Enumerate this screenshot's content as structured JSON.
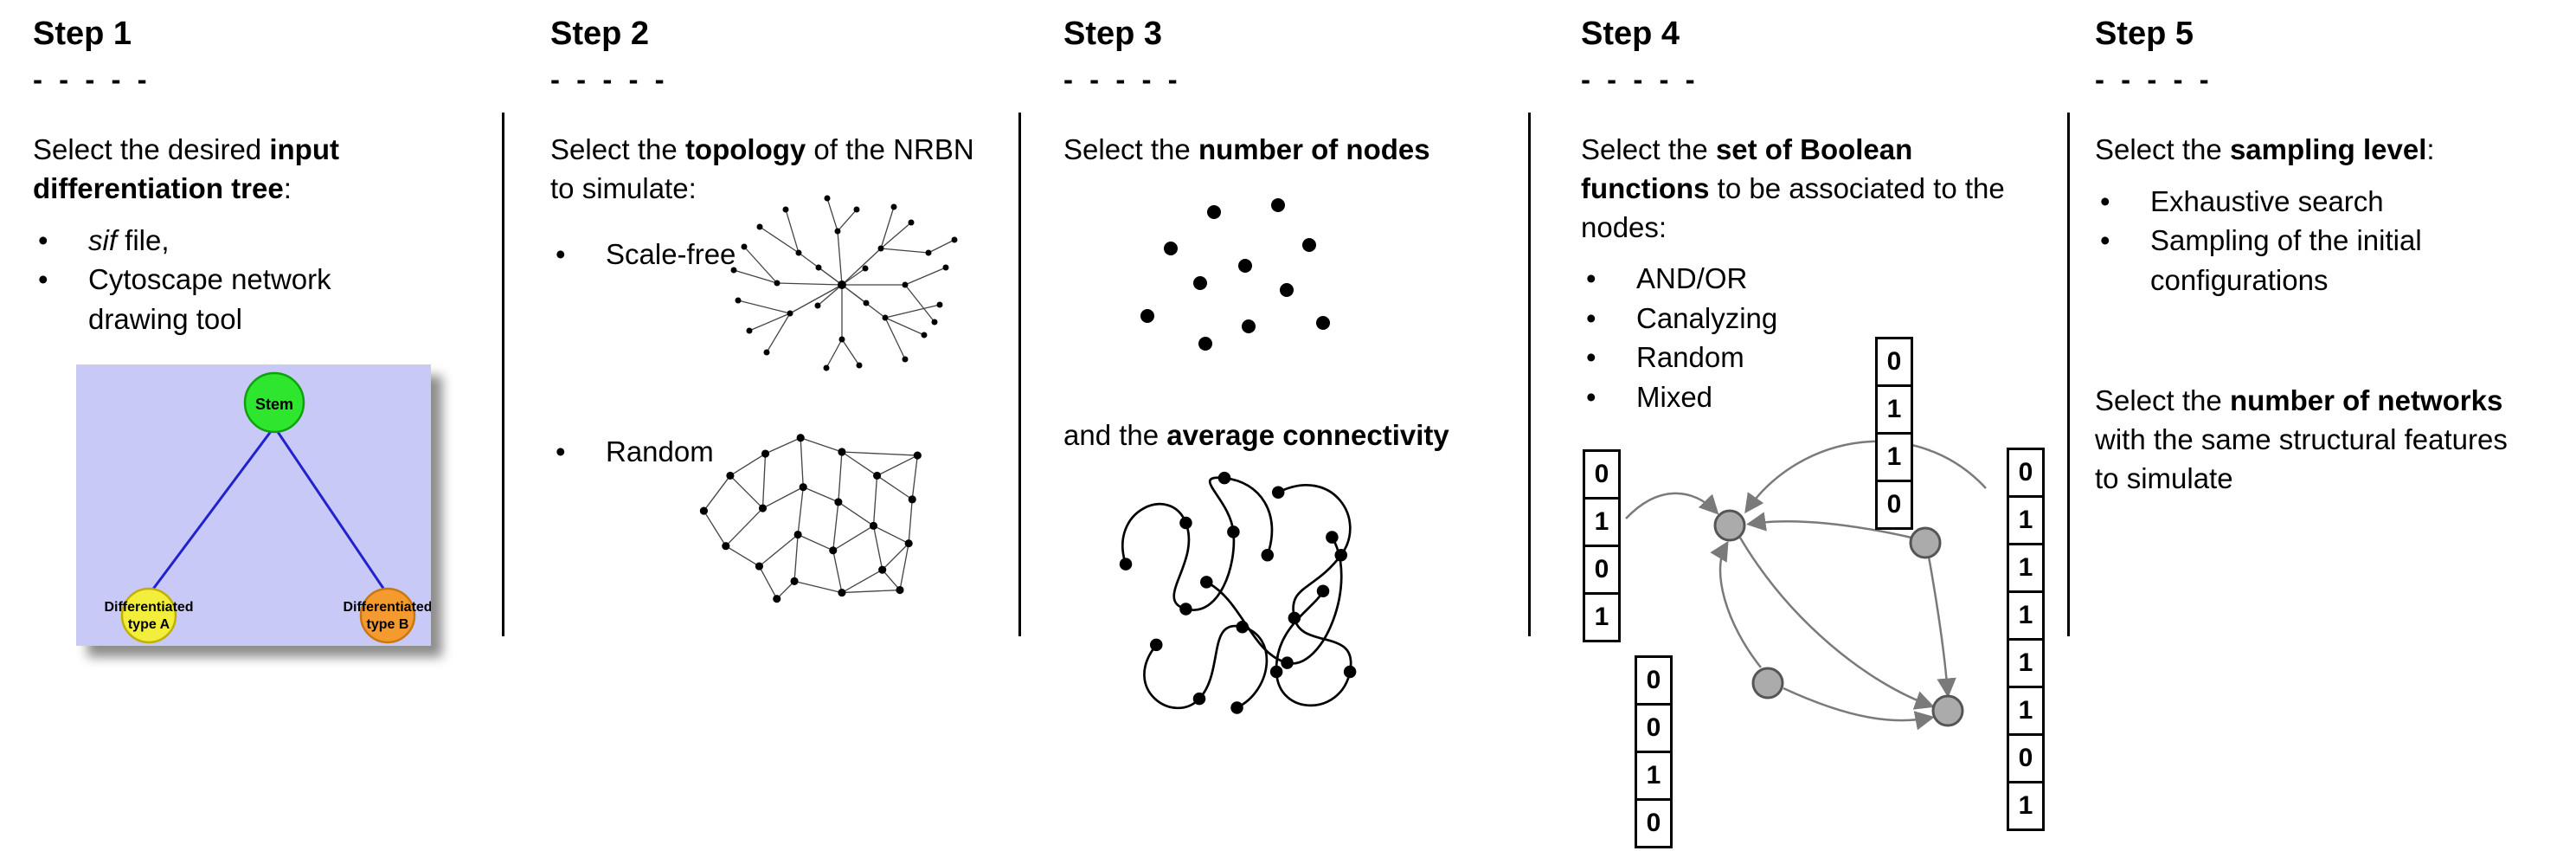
{
  "ui": {
    "bullet": "•"
  },
  "steps": {
    "step1": {
      "title": "Step 1",
      "dashes": "- - - - -",
      "intro": [
        "Select the desired ",
        "input differentiation tree",
        ":"
      ],
      "bullet1": [
        "sif",
        " file,"
      ],
      "bullet2": "Cytoscape network drawing tool",
      "tree": {
        "stem": "Stem",
        "left_line1": "Differentiated",
        "left_line2": "type A",
        "right_line1": "Differentiated",
        "right_line2": "type B",
        "colors": {
          "background": "#c9c9f8",
          "stem": "#2ee62e",
          "type_a": "#f2ee3b",
          "type_b": "#f49a2f",
          "edge": "#2222cc"
        }
      }
    },
    "step2": {
      "title": "Step 2",
      "dashes": "- - - - -",
      "intro": [
        "Select the ",
        "topology",
        " of the NRBN to simulate:"
      ],
      "bullet1": "Scale-free",
      "bullet2": "Random"
    },
    "step3": {
      "title": "Step 3",
      "dashes": "- - - - -",
      "line1": [
        "Select the ",
        "number of nodes",
        ""
      ],
      "line2": [
        "and the ",
        "average connectivity",
        ""
      ]
    },
    "step4": {
      "title": "Step 4",
      "dashes": "- - - - -",
      "intro": [
        "Select the ",
        "set of Boolean functions",
        " to be associated to the nodes:"
      ],
      "bullet1": "AND/OR",
      "bullet2": "Canalyzing",
      "bullet3": "Random",
      "bullet4": "Mixed",
      "tables": {
        "top": [
          "0",
          "1",
          "1",
          "0"
        ],
        "left": [
          "0",
          "1",
          "0",
          "1"
        ],
        "bottom_left": [
          "0",
          "0",
          "1",
          "0"
        ],
        "right": [
          "0",
          "1",
          "1",
          "1",
          "1",
          "1",
          "0",
          "1"
        ]
      }
    },
    "step5": {
      "title": "Step 5",
      "dashes": "- - - - -",
      "intro": [
        "Select the ",
        "sampling level",
        ":"
      ],
      "bullet1": "Exhaustive search",
      "bullet2": "Sampling of the initial configurations",
      "second": [
        "Select the ",
        "number of networks",
        " with the same structural features to simulate"
      ]
    }
  }
}
